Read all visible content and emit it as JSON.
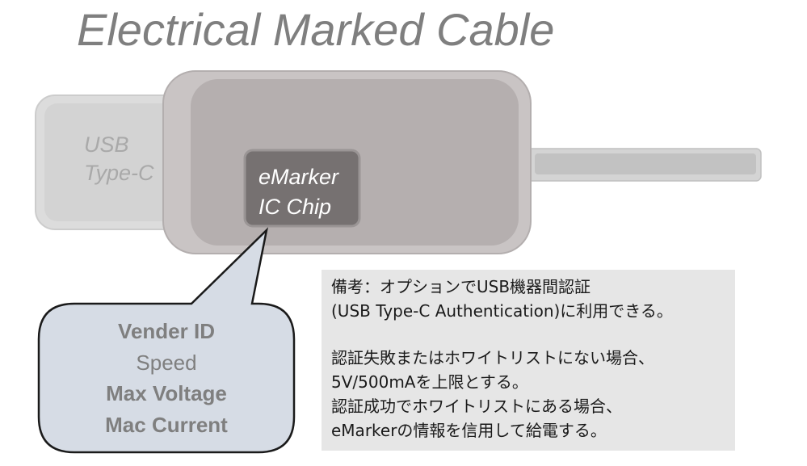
{
  "title": "Electrical Marked Cable",
  "connector": {
    "label_line1": "USB",
    "label_line2": "Type-C"
  },
  "chip": {
    "label_line1": "eMarker",
    "label_line2": "IC Chip"
  },
  "callout": {
    "items": [
      {
        "text": "Vender ID",
        "bold": true
      },
      {
        "text": "Speed",
        "bold": false
      },
      {
        "text": "Max Voltage",
        "bold": true
      },
      {
        "text": "Mac Current",
        "bold": true
      }
    ]
  },
  "note": {
    "paragraph1": [
      "備考：オプションでUSB機器間認証",
      "(USB Type-C Authentication)に利用できる。"
    ],
    "paragraph2": [
      "認証失敗またはホワイトリストにない場合、",
      "5V/500mAを上限とする。",
      "認証成功でホワイトリストにある場合、",
      "eMarkerの情報を信用して給電する。"
    ]
  },
  "colors": {
    "title": "#7f7f7f",
    "plug_body": "#b9b3b3",
    "connector": "#dadada",
    "chip": "#767171",
    "callout_fill": "#d6dce5",
    "note_bg": "#e6e6e6"
  }
}
